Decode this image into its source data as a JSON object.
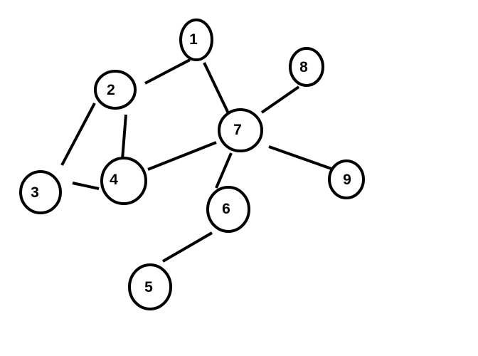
{
  "graph": {
    "nodes": [
      {
        "id": "1",
        "label": "1"
      },
      {
        "id": "2",
        "label": "2"
      },
      {
        "id": "3",
        "label": "3"
      },
      {
        "id": "4",
        "label": "4"
      },
      {
        "id": "5",
        "label": "5"
      },
      {
        "id": "6",
        "label": "6"
      },
      {
        "id": "7",
        "label": "7"
      },
      {
        "id": "8",
        "label": "8"
      },
      {
        "id": "9",
        "label": "9"
      }
    ],
    "edges": [
      {
        "from": "1",
        "to": "2"
      },
      {
        "from": "1",
        "to": "7"
      },
      {
        "from": "2",
        "to": "3"
      },
      {
        "from": "2",
        "to": "4"
      },
      {
        "from": "3",
        "to": "4"
      },
      {
        "from": "4",
        "to": "7"
      },
      {
        "from": "7",
        "to": "8"
      },
      {
        "from": "7",
        "to": "9"
      },
      {
        "from": "7",
        "to": "6"
      },
      {
        "from": "6",
        "to": "5"
      }
    ],
    "colors": {
      "stroke": "#000000",
      "background": "#ffffff"
    }
  }
}
